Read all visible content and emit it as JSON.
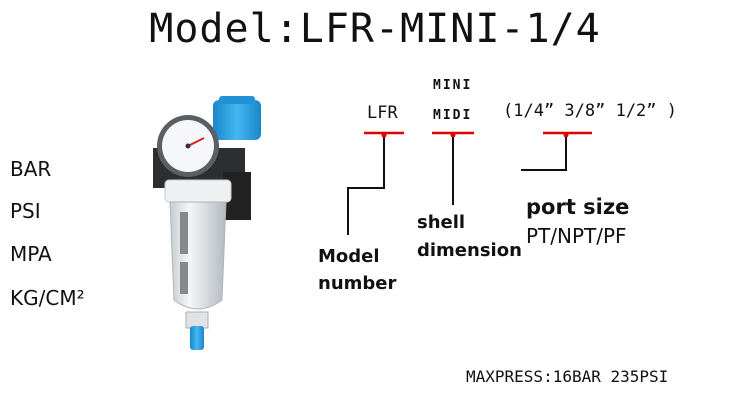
{
  "title": "Model:LFR-MINI-1/4",
  "units": [
    "BAR",
    "PSI",
    "MPA",
    "KG/CM²"
  ],
  "code": {
    "model": "LFR",
    "shell_top": "MINI",
    "shell_bottom": "MIDI",
    "sizes": "(1/4” 3/8” 1/2” )"
  },
  "labels": {
    "model_number_1": "Model",
    "model_number_2": "number",
    "shell_1": "shell",
    "shell_2": "dimension",
    "port_1": "port size",
    "port_2": "PT/NPT/PF"
  },
  "max_press": "MAXPRESS:16BAR 235PSI",
  "colors": {
    "accent_red": "#e00000",
    "knob_blue": "#2aa4e8"
  }
}
